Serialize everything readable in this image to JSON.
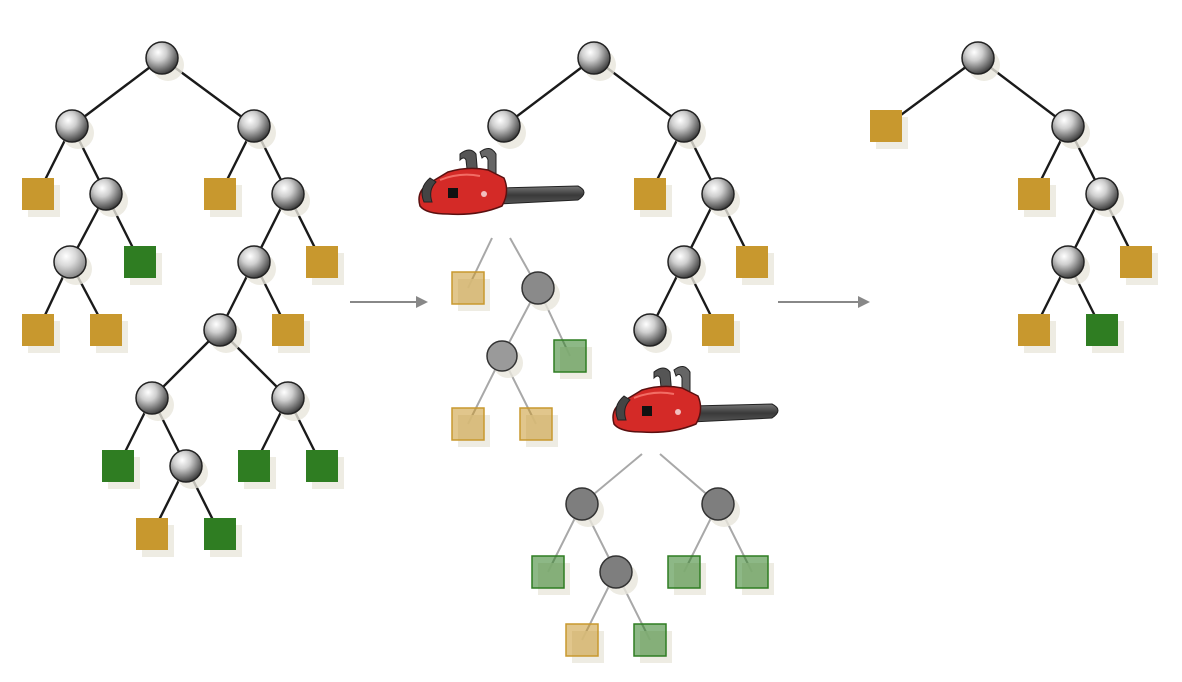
{
  "colors": {
    "background": "#ffffff",
    "leaf_gold": "#c8982e",
    "leaf_green": "#2f7d22",
    "edge": "#1a1a1a",
    "edge_pruned": "#a8a8a8",
    "arrow": "#888888",
    "saw_body": "#d42a27",
    "saw_bar": "#4a4a4a"
  },
  "icons": [
    "decision-node-icon",
    "leaf-icon",
    "chainsaw-icon",
    "arrow-right-icon"
  ],
  "panels": [
    {
      "name": "full-tree",
      "state": "original"
    },
    {
      "name": "pruning-tree",
      "state": "pruning"
    },
    {
      "name": "pruned-tree",
      "state": "pruned"
    }
  ]
}
